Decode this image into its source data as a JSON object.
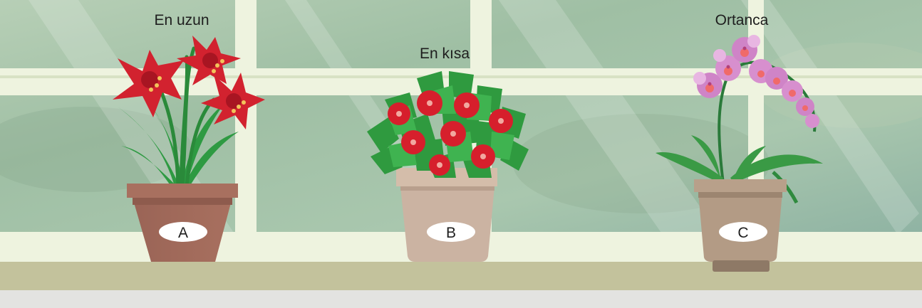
{
  "plants": [
    {
      "letter": "A",
      "label": "En uzun",
      "flower_color": "#d2222f",
      "pot_color": "#a0675a"
    },
    {
      "letter": "B",
      "label": "En kısa",
      "flower_color": "#d61f2c",
      "pot_color": "#cbb3a2"
    },
    {
      "letter": "C",
      "label": "Ortanca",
      "flower_color": "#cf84c7",
      "pot_color": "#b39b85"
    }
  ]
}
